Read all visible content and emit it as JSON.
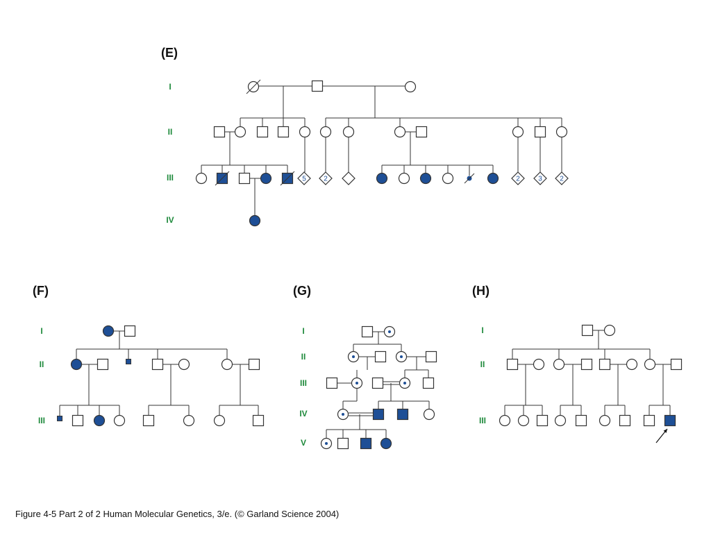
{
  "colors": {
    "affected": "#1e4f96",
    "line": "#333333",
    "generation": "#1f8a3c",
    "count": "#1e4f96"
  },
  "caption": "Figure 4-5 Part 2 of 2  Human Molecular Genetics, 3/e.  (© Garland Science 2004)",
  "panels": [
    {
      "label": "(E)",
      "generations": [
        "I",
        "II",
        "III",
        "IV"
      ],
      "individuals": [
        {
          "id": "E-I-1",
          "gen": "I",
          "sex": "female",
          "status": "deceased"
        },
        {
          "id": "E-I-2",
          "gen": "I",
          "sex": "male",
          "status": "unaffected"
        },
        {
          "id": "E-I-3",
          "gen": "I",
          "sex": "female",
          "status": "unaffected"
        },
        {
          "id": "E-II-1",
          "gen": "II",
          "sex": "male",
          "status": "unaffected"
        },
        {
          "id": "E-II-2",
          "gen": "II",
          "sex": "female",
          "status": "unaffected"
        },
        {
          "id": "E-II-3",
          "gen": "II",
          "sex": "male",
          "status": "unaffected"
        },
        {
          "id": "E-II-4",
          "gen": "II",
          "sex": "male",
          "status": "unaffected"
        },
        {
          "id": "E-II-5",
          "gen": "II",
          "sex": "female",
          "status": "unaffected"
        },
        {
          "id": "E-II-6",
          "gen": "II",
          "sex": "female",
          "status": "unaffected"
        },
        {
          "id": "E-II-7",
          "gen": "II",
          "sex": "female",
          "status": "unaffected"
        },
        {
          "id": "E-II-8",
          "gen": "II",
          "sex": "female",
          "status": "unaffected"
        },
        {
          "id": "E-II-9",
          "gen": "II",
          "sex": "male",
          "status": "unaffected"
        },
        {
          "id": "E-II-10",
          "gen": "II",
          "sex": "female",
          "status": "unaffected"
        },
        {
          "id": "E-II-11",
          "gen": "II",
          "sex": "male",
          "status": "unaffected"
        },
        {
          "id": "E-II-12",
          "gen": "II",
          "sex": "female",
          "status": "unaffected"
        },
        {
          "id": "E-III-1",
          "gen": "III",
          "sex": "female",
          "status": "unaffected"
        },
        {
          "id": "E-III-2",
          "gen": "III",
          "sex": "male",
          "status": "affected-deceased"
        },
        {
          "id": "E-III-3",
          "gen": "III",
          "sex": "male",
          "status": "unaffected"
        },
        {
          "id": "E-III-4",
          "gen": "III",
          "sex": "female",
          "status": "affected"
        },
        {
          "id": "E-III-5",
          "gen": "III",
          "sex": "male",
          "status": "affected-deceased"
        },
        {
          "id": "E-III-6",
          "gen": "III",
          "sex": "unknown",
          "status": "unaffected",
          "count": "5"
        },
        {
          "id": "E-III-7",
          "gen": "III",
          "sex": "unknown",
          "status": "unaffected",
          "count": "2"
        },
        {
          "id": "E-III-8",
          "gen": "III",
          "sex": "unknown",
          "status": "unaffected"
        },
        {
          "id": "E-III-9",
          "gen": "III",
          "sex": "female",
          "status": "affected"
        },
        {
          "id": "E-III-10",
          "gen": "III",
          "sex": "female",
          "status": "unaffected"
        },
        {
          "id": "E-III-11",
          "gen": "III",
          "sex": "female",
          "status": "affected"
        },
        {
          "id": "E-III-12",
          "gen": "III",
          "sex": "female",
          "status": "unaffected"
        },
        {
          "id": "E-III-13",
          "gen": "III",
          "sex": "miscarriage",
          "status": "affected-deceased"
        },
        {
          "id": "E-III-14",
          "gen": "III",
          "sex": "female",
          "status": "affected"
        },
        {
          "id": "E-III-15",
          "gen": "III",
          "sex": "unknown",
          "status": "unaffected",
          "count": "2"
        },
        {
          "id": "E-III-16",
          "gen": "III",
          "sex": "unknown",
          "status": "unaffected",
          "count": "3"
        },
        {
          "id": "E-III-17",
          "gen": "III",
          "sex": "unknown",
          "status": "unaffected",
          "count": "2"
        },
        {
          "id": "E-IV-1",
          "gen": "IV",
          "sex": "female",
          "status": "affected"
        }
      ]
    },
    {
      "label": "(F)",
      "generations": [
        "I",
        "II",
        "III"
      ],
      "individuals": [
        {
          "id": "F-I-1",
          "gen": "I",
          "sex": "female",
          "status": "affected"
        },
        {
          "id": "F-I-2",
          "gen": "I",
          "sex": "male",
          "status": "unaffected"
        },
        {
          "id": "F-II-1",
          "gen": "II",
          "sex": "female",
          "status": "affected"
        },
        {
          "id": "F-II-2",
          "gen": "II",
          "sex": "male",
          "status": "unaffected"
        },
        {
          "id": "F-II-3",
          "gen": "II",
          "sex": "male",
          "status": "affected-small"
        },
        {
          "id": "F-II-4",
          "gen": "II",
          "sex": "male",
          "status": "unaffected"
        },
        {
          "id": "F-II-5",
          "gen": "II",
          "sex": "female",
          "status": "unaffected"
        },
        {
          "id": "F-II-6",
          "gen": "II",
          "sex": "female",
          "status": "unaffected"
        },
        {
          "id": "F-II-7",
          "gen": "II",
          "sex": "male",
          "status": "unaffected"
        },
        {
          "id": "F-III-1",
          "gen": "III",
          "sex": "male",
          "status": "affected-small"
        },
        {
          "id": "F-III-2",
          "gen": "III",
          "sex": "male",
          "status": "unaffected"
        },
        {
          "id": "F-III-3",
          "gen": "III",
          "sex": "female",
          "status": "affected"
        },
        {
          "id": "F-III-4",
          "gen": "III",
          "sex": "female",
          "status": "unaffected"
        },
        {
          "id": "F-III-5",
          "gen": "III",
          "sex": "male",
          "status": "unaffected"
        },
        {
          "id": "F-III-6",
          "gen": "III",
          "sex": "female",
          "status": "unaffected"
        },
        {
          "id": "F-III-7",
          "gen": "III",
          "sex": "female",
          "status": "unaffected"
        },
        {
          "id": "F-III-8",
          "gen": "III",
          "sex": "male",
          "status": "unaffected"
        }
      ]
    },
    {
      "label": "(G)",
      "generations": [
        "I",
        "II",
        "III",
        "IV",
        "V"
      ],
      "individuals": [
        {
          "id": "G-I-1",
          "gen": "I",
          "sex": "male",
          "status": "unaffected"
        },
        {
          "id": "G-I-2",
          "gen": "I",
          "sex": "female",
          "status": "carrier"
        },
        {
          "id": "G-II-1",
          "gen": "II",
          "sex": "female",
          "status": "carrier"
        },
        {
          "id": "G-II-2",
          "gen": "II",
          "sex": "male",
          "status": "unaffected"
        },
        {
          "id": "G-II-3",
          "gen": "II",
          "sex": "female",
          "status": "carrier"
        },
        {
          "id": "G-II-4",
          "gen": "II",
          "sex": "male",
          "status": "unaffected"
        },
        {
          "id": "G-III-1",
          "gen": "III",
          "sex": "male",
          "status": "unaffected"
        },
        {
          "id": "G-III-2",
          "gen": "III",
          "sex": "female",
          "status": "carrier"
        },
        {
          "id": "G-III-3",
          "gen": "III",
          "sex": "male",
          "status": "unaffected"
        },
        {
          "id": "G-III-4",
          "gen": "III",
          "sex": "female",
          "status": "carrier"
        },
        {
          "id": "G-III-5",
          "gen": "III",
          "sex": "male",
          "status": "unaffected"
        },
        {
          "id": "G-IV-1",
          "gen": "IV",
          "sex": "female",
          "status": "carrier"
        },
        {
          "id": "G-IV-2",
          "gen": "IV",
          "sex": "male",
          "status": "affected"
        },
        {
          "id": "G-IV-3",
          "gen": "IV",
          "sex": "male",
          "status": "affected"
        },
        {
          "id": "G-IV-4",
          "gen": "IV",
          "sex": "female",
          "status": "unaffected"
        },
        {
          "id": "G-V-1",
          "gen": "V",
          "sex": "female",
          "status": "carrier"
        },
        {
          "id": "G-V-2",
          "gen": "V",
          "sex": "male",
          "status": "unaffected"
        },
        {
          "id": "G-V-3",
          "gen": "V",
          "sex": "male",
          "status": "affected"
        },
        {
          "id": "G-V-4",
          "gen": "V",
          "sex": "female",
          "status": "affected"
        }
      ]
    },
    {
      "label": "(H)",
      "generations": [
        "I",
        "II",
        "III"
      ],
      "individuals": [
        {
          "id": "H-I-1",
          "gen": "I",
          "sex": "male",
          "status": "unaffected"
        },
        {
          "id": "H-I-2",
          "gen": "I",
          "sex": "female",
          "status": "unaffected"
        },
        {
          "id": "H-II-1",
          "gen": "II",
          "sex": "male",
          "status": "unaffected"
        },
        {
          "id": "H-II-2",
          "gen": "II",
          "sex": "female",
          "status": "unaffected"
        },
        {
          "id": "H-II-3",
          "gen": "II",
          "sex": "female",
          "status": "unaffected"
        },
        {
          "id": "H-II-4",
          "gen": "II",
          "sex": "male",
          "status": "unaffected"
        },
        {
          "id": "H-II-5",
          "gen": "II",
          "sex": "male",
          "status": "unaffected"
        },
        {
          "id": "H-II-6",
          "gen": "II",
          "sex": "female",
          "status": "unaffected"
        },
        {
          "id": "H-II-7",
          "gen": "II",
          "sex": "female",
          "status": "unaffected"
        },
        {
          "id": "H-II-8",
          "gen": "II",
          "sex": "male",
          "status": "unaffected"
        },
        {
          "id": "H-III-1",
          "gen": "III",
          "sex": "female",
          "status": "unaffected"
        },
        {
          "id": "H-III-2",
          "gen": "III",
          "sex": "female",
          "status": "unaffected"
        },
        {
          "id": "H-III-3",
          "gen": "III",
          "sex": "male",
          "status": "unaffected"
        },
        {
          "id": "H-III-4",
          "gen": "III",
          "sex": "female",
          "status": "unaffected"
        },
        {
          "id": "H-III-5",
          "gen": "III",
          "sex": "male",
          "status": "unaffected"
        },
        {
          "id": "H-III-6",
          "gen": "III",
          "sex": "female",
          "status": "unaffected"
        },
        {
          "id": "H-III-7",
          "gen": "III",
          "sex": "male",
          "status": "unaffected"
        },
        {
          "id": "H-III-8",
          "gen": "III",
          "sex": "male",
          "status": "unaffected"
        },
        {
          "id": "H-III-9",
          "gen": "III",
          "sex": "male",
          "status": "affected",
          "proband": true
        }
      ]
    }
  ]
}
